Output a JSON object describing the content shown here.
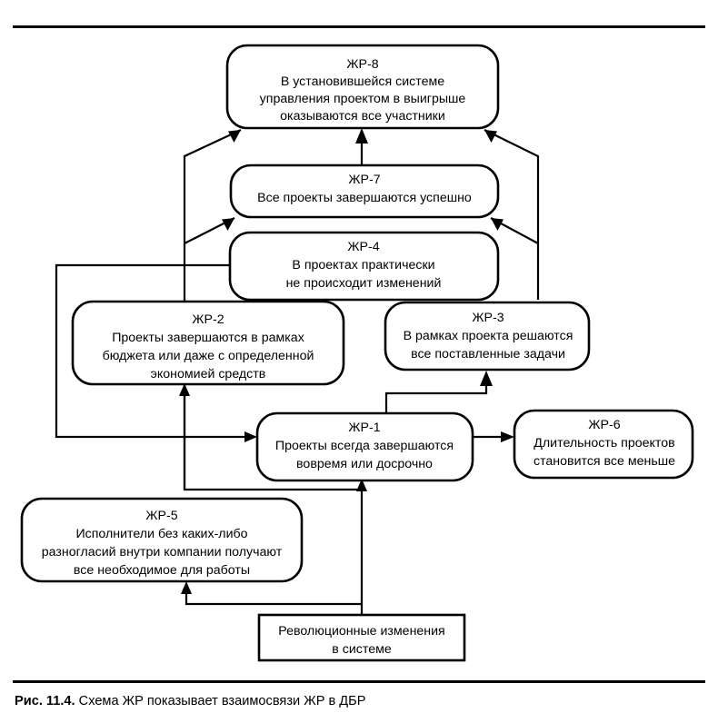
{
  "figure": {
    "caption_label": "Рис. 11.4.",
    "caption_text": " Схема ЖР показывает взаимосвязи ЖР в ДБР",
    "stroke_color": "#000000",
    "fill_color": "#ffffff",
    "background_color": "#ffffff"
  },
  "nodes": [
    {
      "id": "zhr-8",
      "shape": "rounded-rect",
      "title": "ЖР-8",
      "lines": [
        "В установившейся системе",
        "управления проектом в выигрыше",
        "оказываются все участники"
      ]
    },
    {
      "id": "zhr-7",
      "shape": "rounded-rect",
      "title": "ЖР-7",
      "lines": [
        "Все проекты завершаются успешно"
      ]
    },
    {
      "id": "zhr-4",
      "shape": "rounded-rect",
      "title": "ЖР-4",
      "lines": [
        "В проектах практически",
        "не происходит изменений"
      ]
    },
    {
      "id": "zhr-2",
      "shape": "rounded-rect",
      "title": "ЖР-2",
      "lines": [
        "Проекты завершаются в рамках",
        "бюджета или даже с определенной",
        "экономией средств"
      ]
    },
    {
      "id": "zhr-3",
      "shape": "rounded-rect",
      "title": "ЖР-3",
      "lines": [
        "В рамках проекта решаются",
        "все поставленные задачи"
      ]
    },
    {
      "id": "zhr-1",
      "shape": "rounded-rect",
      "title": "ЖР-1",
      "lines": [
        "Проекты всегда завершаются",
        "вовремя или досрочно"
      ]
    },
    {
      "id": "zhr-6",
      "shape": "rounded-rect",
      "title": "ЖР-6",
      "lines": [
        "Длительность проектов",
        "становится все меньше"
      ]
    },
    {
      "id": "zhr-5",
      "shape": "rounded-rect",
      "title": "ЖР-5",
      "lines": [
        "Исполнители без каких-либо",
        "разногласий внутри компании получают",
        "все необходимое для работы"
      ]
    },
    {
      "id": "root-change",
      "shape": "rect",
      "title": "",
      "lines": [
        "Революционные изменения",
        "в системе"
      ]
    }
  ],
  "connections": [
    {
      "id": "conn-zhr7-to-zhr8",
      "from": "zhr-7",
      "to": "zhr-8"
    },
    {
      "id": "conn-left-riser-to-zhr8",
      "from": "zhr-4",
      "to": "zhr-8"
    },
    {
      "id": "conn-left-riser-to-zhr7",
      "from": "zhr-4",
      "to": "zhr-7"
    },
    {
      "id": "conn-right-riser-to-zhr8",
      "from": "zhr-3",
      "to": "zhr-8"
    },
    {
      "id": "conn-right-riser-to-zhr7",
      "from": "zhr-3",
      "to": "zhr-7"
    },
    {
      "id": "conn-zhr2-to-zhr4",
      "from": "zhr-2",
      "to": "zhr-4"
    },
    {
      "id": "conn-zhr1-to-zhr2",
      "from": "zhr-1",
      "to": "zhr-2"
    },
    {
      "id": "conn-zhr5-to-zhr1",
      "from": "zhr-5",
      "to": "zhr-1"
    },
    {
      "id": "conn-zhr1-to-zhr3",
      "from": "zhr-1",
      "to": "zhr-3"
    },
    {
      "id": "conn-zhr1-to-zhr6",
      "from": "zhr-1",
      "to": "zhr-6"
    },
    {
      "id": "conn-root-to-zhr1",
      "from": "root-change",
      "to": "zhr-1"
    },
    {
      "id": "conn-root-to-zhr5",
      "from": "root-change",
      "to": "zhr-5"
    }
  ]
}
